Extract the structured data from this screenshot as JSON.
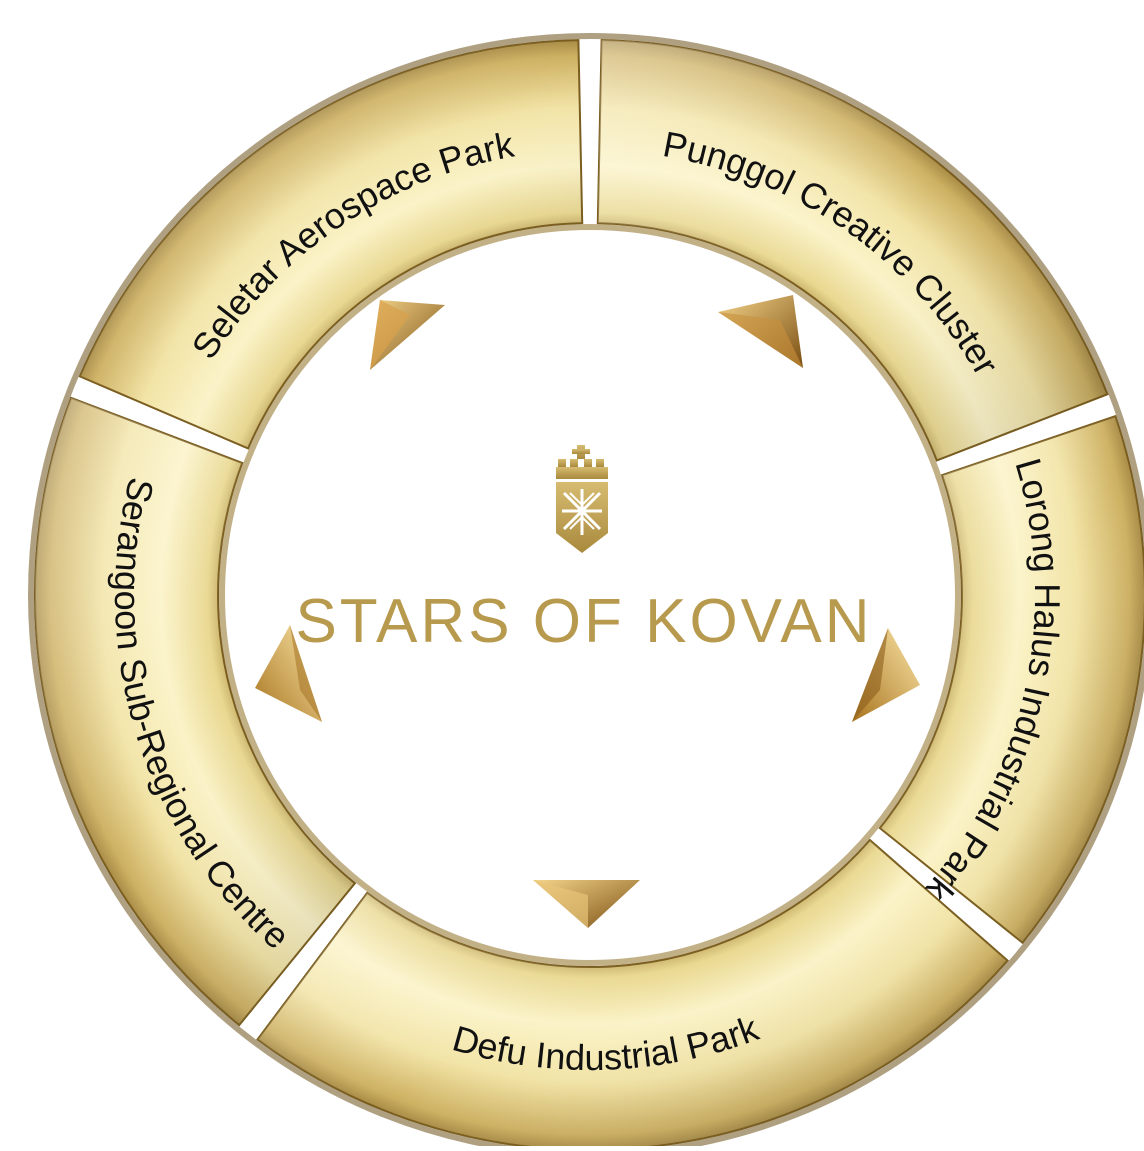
{
  "brand": {
    "name": "STARS OF KOVAN",
    "color": "#b89a4e",
    "emblem_icon": "crown-shield-icon"
  },
  "segments": [
    {
      "label": "Seletar Aerospace Park"
    },
    {
      "label": "Punggol Creative Cluster"
    },
    {
      "label": "Lorong Halus Industrial Park"
    },
    {
      "label": "Defu Industrial Park"
    },
    {
      "label": "Serangoon Sub-Regional Centre"
    }
  ],
  "colors": {
    "gold_light": "#f6ecb4",
    "gold_mid": "#dcc574",
    "gold_dark": "#8f6f25",
    "bevel_line": "#7a5d1e"
  }
}
